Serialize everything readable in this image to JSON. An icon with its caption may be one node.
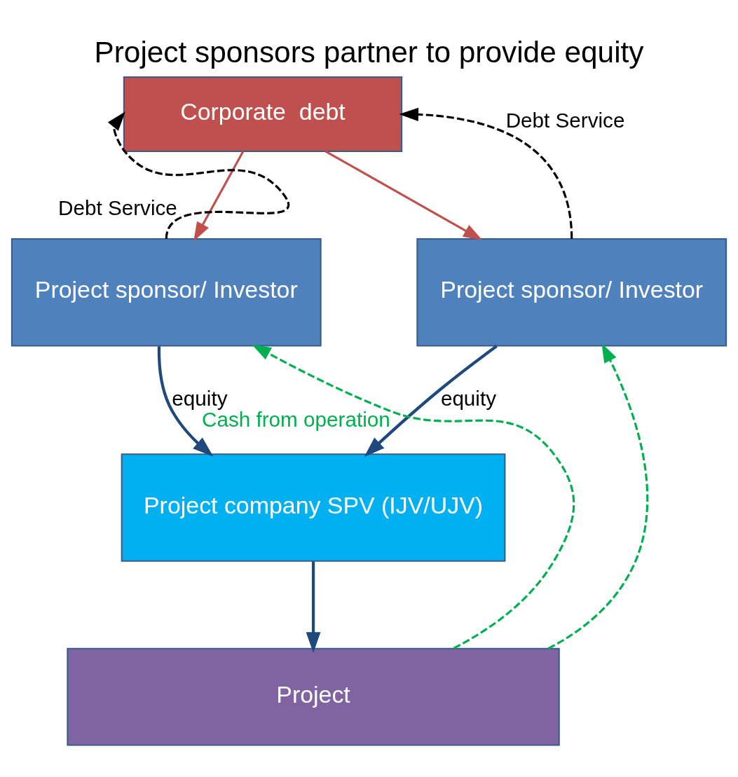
{
  "diagram": {
    "title": "Project sponsors partner to provide equity",
    "nodes": [
      {
        "text": [
          "Corporate  debt"
        ]
      },
      {
        "text": [
          "Project sponsor/ Investor"
        ]
      },
      {
        "text": [
          "Project sponsor/ Investor"
        ]
      },
      {
        "text": [
          "Project company SPV (IJV/UJV)"
        ]
      },
      {
        "text": [
          "Project"
        ]
      }
    ],
    "edges": [
      {
        "from": 1,
        "to": 0,
        "arrow": "to",
        "label": "Debt Service",
        "style": "dashed",
        "color": "#000000"
      },
      {
        "from": 2,
        "to": 0,
        "arrow": "to",
        "label": "Debt Service",
        "style": "dashed",
        "color": "#000000"
      },
      {
        "from": 0,
        "to": 1,
        "arrow": "to",
        "color": "#c0504d"
      },
      {
        "from": 0,
        "to": 2,
        "arrow": "to",
        "color": "#c0504d"
      },
      {
        "from": 1,
        "to": 3,
        "arrow": "to",
        "label": "equity"
      },
      {
        "from": 2,
        "to": 3,
        "arrow": "to",
        "label": "equity"
      },
      {
        "from": 3,
        "to": 4,
        "arrow": "to"
      },
      {
        "from": 4,
        "to": 1,
        "arrow": "to",
        "label": "Cash from operation",
        "style": "dashed",
        "color": "#00b050"
      },
      {
        "from": 4,
        "to": 2,
        "arrow": "to",
        "style": "dashed",
        "color": "#00b050"
      }
    ]
  }
}
